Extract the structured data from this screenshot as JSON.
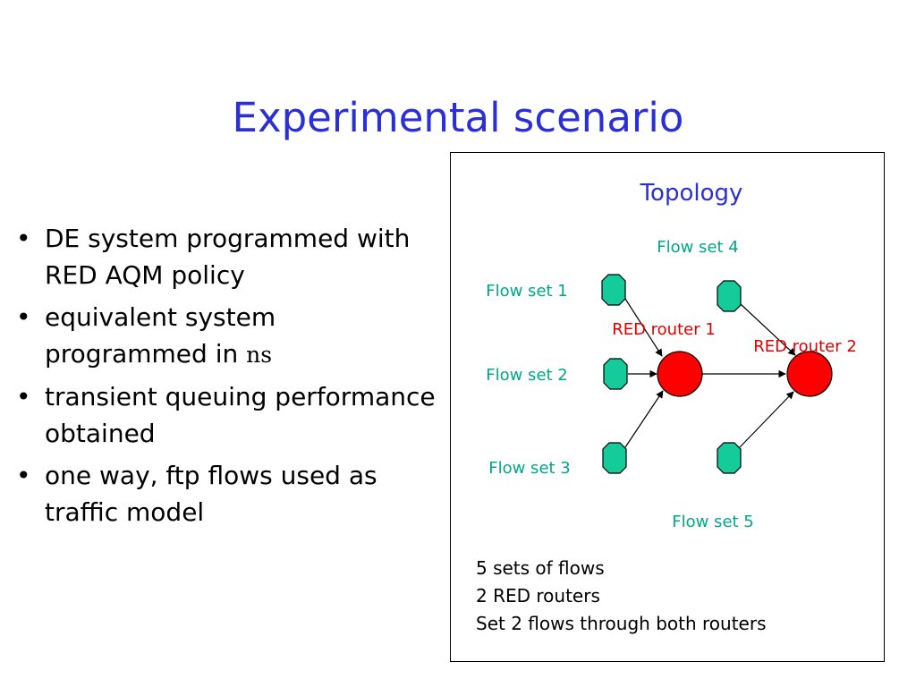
{
  "title": "Experimental scenario",
  "bullets": [
    {
      "text": "DE system programmed with RED AQM policy"
    },
    {
      "text": "equivalent system programmed in ",
      "code": "ns"
    },
    {
      "text": "transient queuing performance obtained"
    },
    {
      "text": "one way, ftp flows used as traffic model"
    }
  ],
  "bullet_glyph": "•",
  "topology": {
    "heading": "Topology",
    "flow_sets": [
      "Flow set 1",
      "Flow set 2",
      "Flow set 3",
      "Flow set 4",
      "Flow set 5"
    ],
    "routers": [
      "RED router 1",
      "RED router 2"
    ],
    "notes": [
      "5 sets of flows",
      "2 RED routers",
      "Set 2 flows through both routers"
    ]
  },
  "colors": {
    "title": "#2b2fd6",
    "heading": "#2b2fd6",
    "flow_label": "#00a88a",
    "router_label": "#e00000",
    "host_fill": "#13cc99",
    "router_fill": "#ff0000"
  }
}
